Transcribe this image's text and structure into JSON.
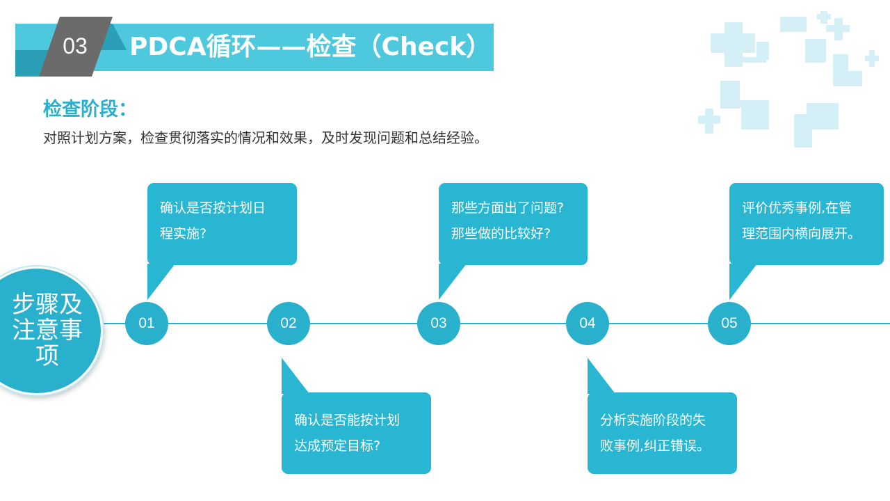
{
  "header": {
    "number": "03",
    "title": "PDCA循环——检查（Check）"
  },
  "intro": {
    "heading": "检查阶段：",
    "description": "对照计划方案，检查贯彻落实的情况和效果，及时发现问题和总结经验。"
  },
  "steps_label": [
    "步骤及",
    "注意事",
    "项"
  ],
  "nodes": [
    "01",
    "02",
    "03",
    "04",
    "05"
  ],
  "callouts": [
    {
      "lines": [
        "确认是否按计划日",
        "程实施?"
      ]
    },
    {
      "lines": [
        "确认是否能按计划",
        "达成预定目标?"
      ]
    },
    {
      "lines": [
        "那些方面出了问题?",
        "那些做的比较好?"
      ]
    },
    {
      "lines": [
        "分析实施阶段的失",
        "败事例,纠正错误。"
      ]
    },
    {
      "lines": [
        "评价优秀事例,在管",
        "理范围内横向展开。"
      ]
    }
  ],
  "colors": {
    "accent": "#29b0cc",
    "banner": "#4ec8dc",
    "badge": "#6b6b6b",
    "deco": "#d4f0f6"
  }
}
